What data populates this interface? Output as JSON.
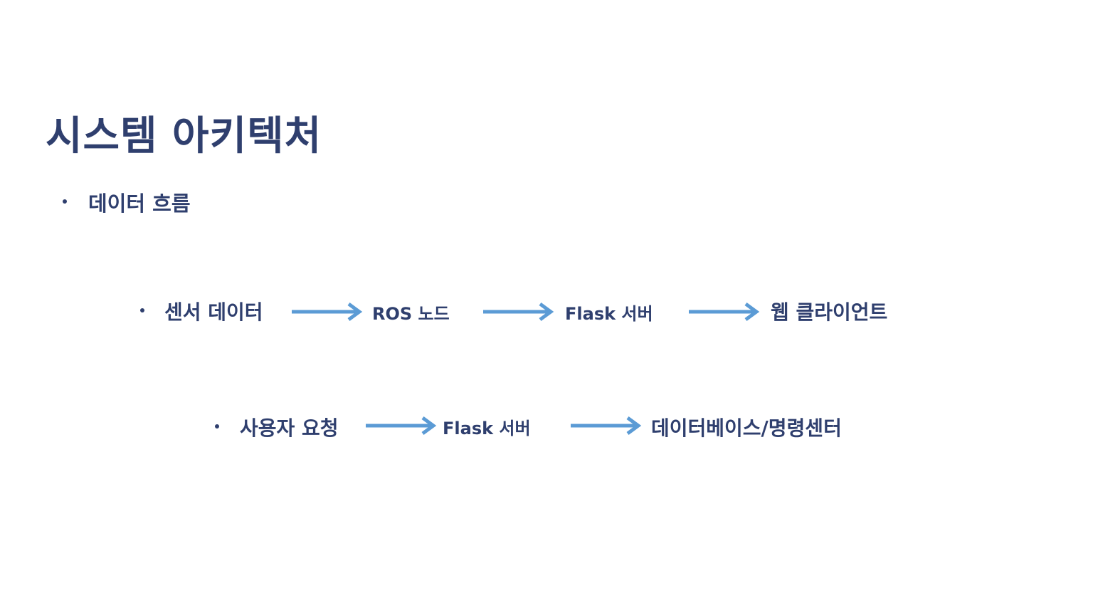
{
  "slide": {
    "title": "시스템 아키텍처",
    "subheading": "데이터 흐름",
    "flow_rows": [
      {
        "nodes": [
          "센서 데이터",
          "ROS 노드",
          "Flask 서버",
          "웹 클라이언트"
        ]
      },
      {
        "nodes": [
          "사용자 요청",
          "Flask 서버",
          "데이터베이스/명령센터"
        ]
      }
    ],
    "colors": {
      "text": "#2f3f6e",
      "arrow": "#5b9bd5",
      "background": "#ffffff"
    }
  }
}
